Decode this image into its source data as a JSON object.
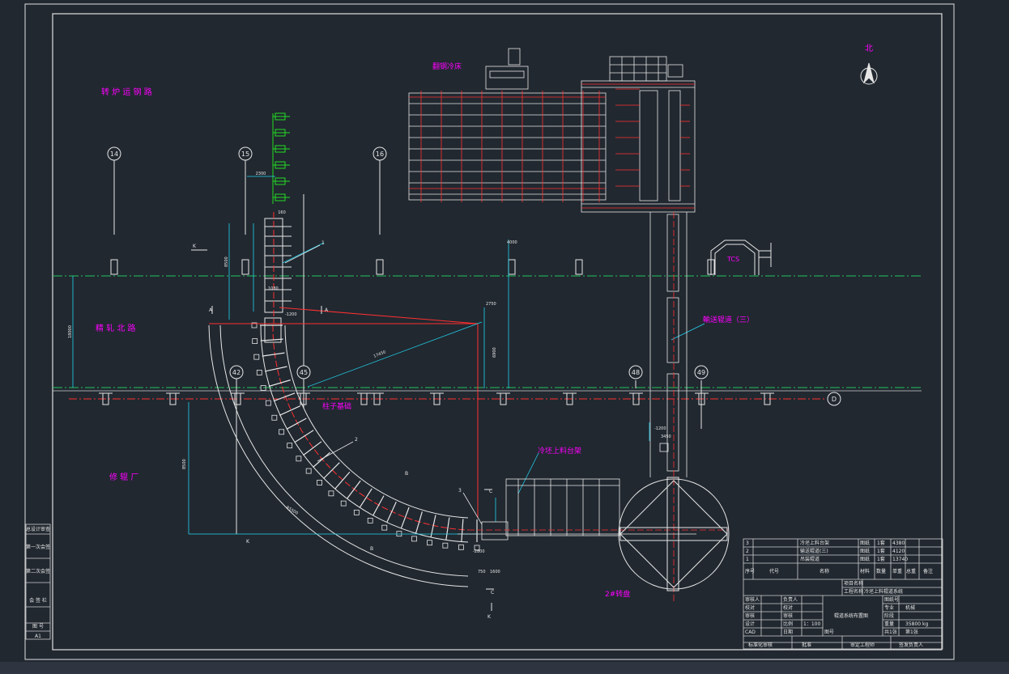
{
  "labels": {
    "north": "北",
    "road_top": "转 炉 运 钢 路",
    "road_middle": "精 轧 北 路",
    "workshop": "修 辊 厂",
    "crane_top": "翻钢冷床",
    "roller_table_three": "輸送辊道（三）",
    "column_foundation": "柱子基础",
    "loading_rack": "冷坯上料台架",
    "turntable": "2#转盘",
    "control_room": "TCS"
  },
  "axis_markers": {
    "a14": "14",
    "a15": "15",
    "a16": "16",
    "a42": "42",
    "a45": "45",
    "a48": "48",
    "a49": "49",
    "aD": "D"
  },
  "section_marks": {
    "k1": "K",
    "a_left": "A",
    "a_right": "A",
    "b1": "B",
    "b2": "B",
    "c1": "C",
    "c2": "C",
    "k2": "K",
    "k3": "K"
  },
  "callouts": {
    "n1": "1",
    "n2": "2",
    "n3": "3"
  },
  "dimensions": {
    "d2300": "2300",
    "d160": "160",
    "d1080": "1080",
    "d18000": "18000",
    "d17450": "17450",
    "d2750": "2750",
    "d6900": "6900",
    "dm1200": "-1200",
    "dm1200b": "-1200",
    "d3450": "3450",
    "d1600": "1600",
    "d8500": "8500",
    "dm2800": "-2800",
    "d4000": "4000",
    "d8500b": "8500",
    "d750": "750",
    "dr": "R5500"
  },
  "title_block": {
    "rev_rows": [
      [
        "3",
        "冷坯上料台架",
        "图纸",
        "1套",
        "4380"
      ],
      [
        "2",
        "输送辊道(三)",
        "图纸",
        "1套",
        "4120"
      ],
      [
        "1",
        "吊装辊道",
        "图纸",
        "1套",
        "13740"
      ]
    ],
    "header_cols": [
      "序号",
      "代号",
      "名称",
      "材料",
      "数量",
      "单重",
      "总重",
      "备注"
    ],
    "project_label": "项目名称",
    "project_value": "",
    "part_label": "工程名称",
    "part_value": "冷坯上料辊道系统",
    "sign_labels": [
      "审核人",
      "校对",
      "审核",
      "设计",
      "CAD"
    ],
    "sign_cols": [
      "负责人",
      "校对",
      "审核",
      "比例",
      "日期"
    ],
    "scale": "1：100",
    "drawing_title": "辊道系统布置图",
    "drawing_no_label": "图号",
    "right_labels": [
      "图纸号",
      "专业",
      "阶段",
      "重量",
      "共1张"
    ],
    "right_values": [
      "",
      "机械",
      "",
      "35800 kg",
      "第1张"
    ],
    "footer": [
      "标准化审核",
      "批准",
      "审定工程师",
      "签发负责人"
    ],
    "left_strip": [
      "总设计审查",
      "第一次会签",
      "第二次会签",
      "会 签 栏",
      "图 号",
      "A1"
    ]
  }
}
